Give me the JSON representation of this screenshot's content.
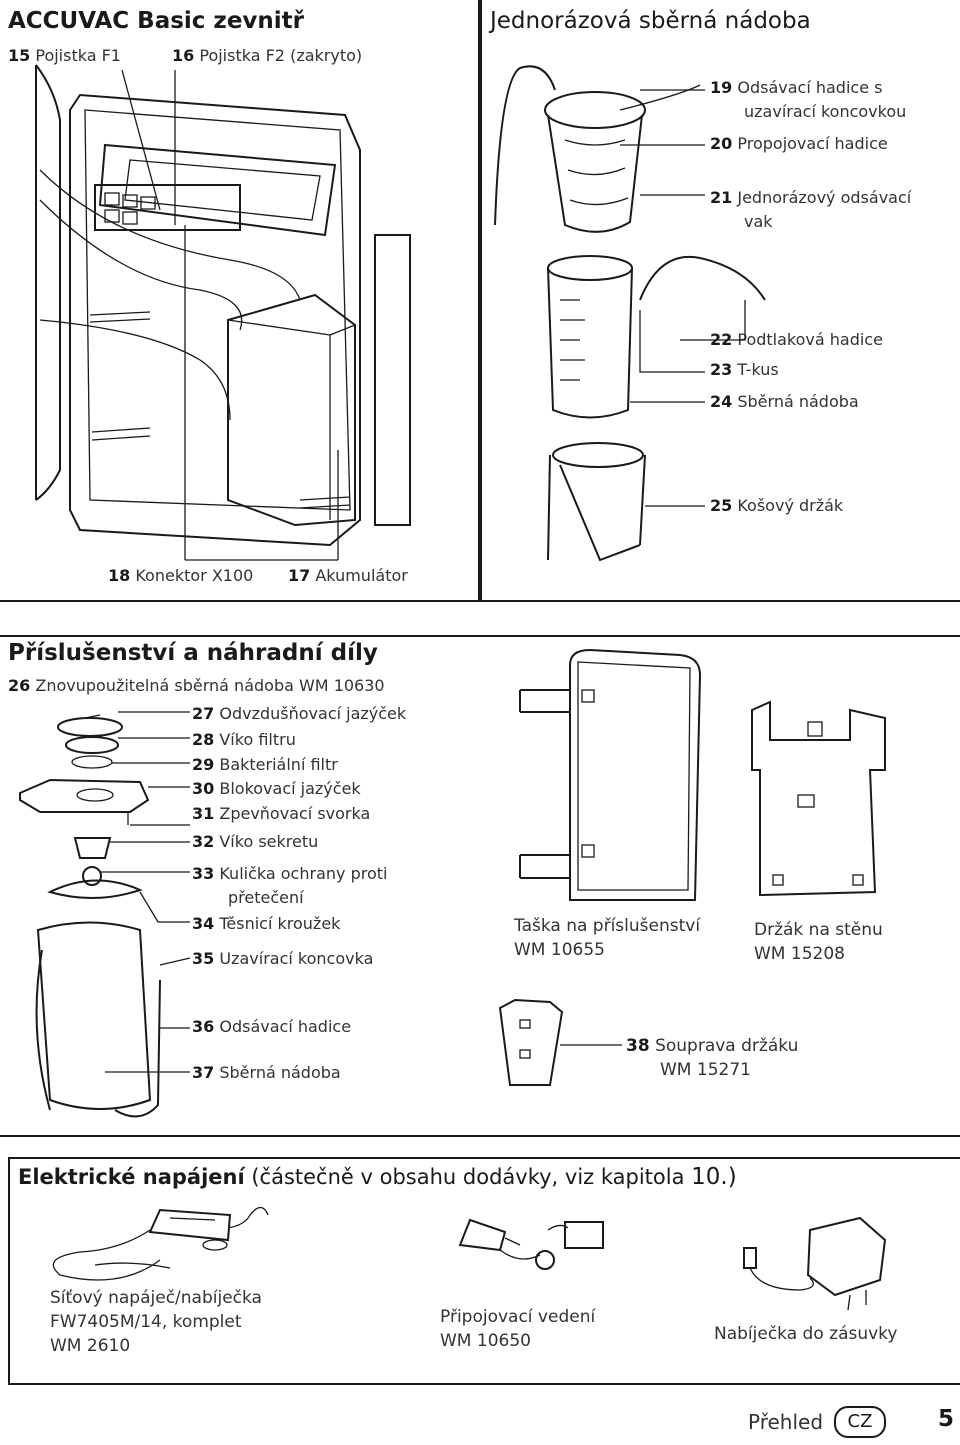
{
  "panel_top_left": {
    "title": "ACCUVAC Basic zevnitř",
    "items": [
      {
        "num": "15",
        "label": "Pojistka F1"
      },
      {
        "num": "16",
        "label": "Pojistka F2 (zakryto)"
      },
      {
        "num": "18",
        "label": "Konektor X100"
      },
      {
        "num": "17",
        "label": "Akumulátor"
      }
    ]
  },
  "panel_top_right": {
    "title": "Jednorázová sběrná nádoba",
    "items": [
      {
        "num": "19",
        "label": "Odsávací hadice s",
        "label2": "uzavírací koncovkou"
      },
      {
        "num": "20",
        "label": "Propojovací hadice"
      },
      {
        "num": "21",
        "label": "Jednorázový odsávací",
        "label2": "vak"
      },
      {
        "num": "22",
        "label": "Podtlaková hadice"
      },
      {
        "num": "23",
        "label": "T-kus"
      },
      {
        "num": "24",
        "label": "Sběrná nádoba"
      },
      {
        "num": "25",
        "label": "Košový držák"
      }
    ]
  },
  "panel_accessories": {
    "title": "Příslušenství a náhradní díly",
    "items": [
      {
        "num": "26",
        "label": "Znovupoužitelná sběrná nádoba WM 10630"
      },
      {
        "num": "27",
        "label": "Odvzdušňovací jazýček"
      },
      {
        "num": "28",
        "label": "Víko filtru"
      },
      {
        "num": "29",
        "label": "Bakteriální filtr"
      },
      {
        "num": "30",
        "label": "Blokovací jazýček"
      },
      {
        "num": "31",
        "label": "Zpevňovací svorka"
      },
      {
        "num": "32",
        "label": "Víko sekretu"
      },
      {
        "num": "33",
        "label": "Kulička ochrany proti",
        "label2": "přetečení"
      },
      {
        "num": "34",
        "label": "Těsnicí kroužek"
      },
      {
        "num": "35",
        "label": "Uzavírací koncovka"
      },
      {
        "num": "36",
        "label": "Odsávací hadice"
      },
      {
        "num": "37",
        "label": "Sběrná nádoba"
      }
    ],
    "bag": {
      "line1": "Taška na příslušenství",
      "line2": "WM 10655"
    },
    "wall_holder": {
      "line1": "Držák na stěnu",
      "line2": "WM 15208"
    },
    "bracket": {
      "num": "38",
      "line1": "Souprava držáku",
      "line2": "WM 15271"
    }
  },
  "panel_power": {
    "title": "Elektrické napájení",
    "subtitle": "(částečně v obsahu dodávky, viz kapitola",
    "subtitle_num": "10.)",
    "items": [
      {
        "line1": "Síťový napáječ/nabíječka",
        "line2": "FW7405M/14, komplet",
        "line3": "WM 2610"
      },
      {
        "line1": "Připojovací vedení",
        "line2": "WM 10650"
      },
      {
        "line1": "Nabíječka do zásuvky"
      }
    ]
  },
  "footer": {
    "section": "Přehled",
    "lang_badge": "CZ",
    "page_number": "5"
  }
}
